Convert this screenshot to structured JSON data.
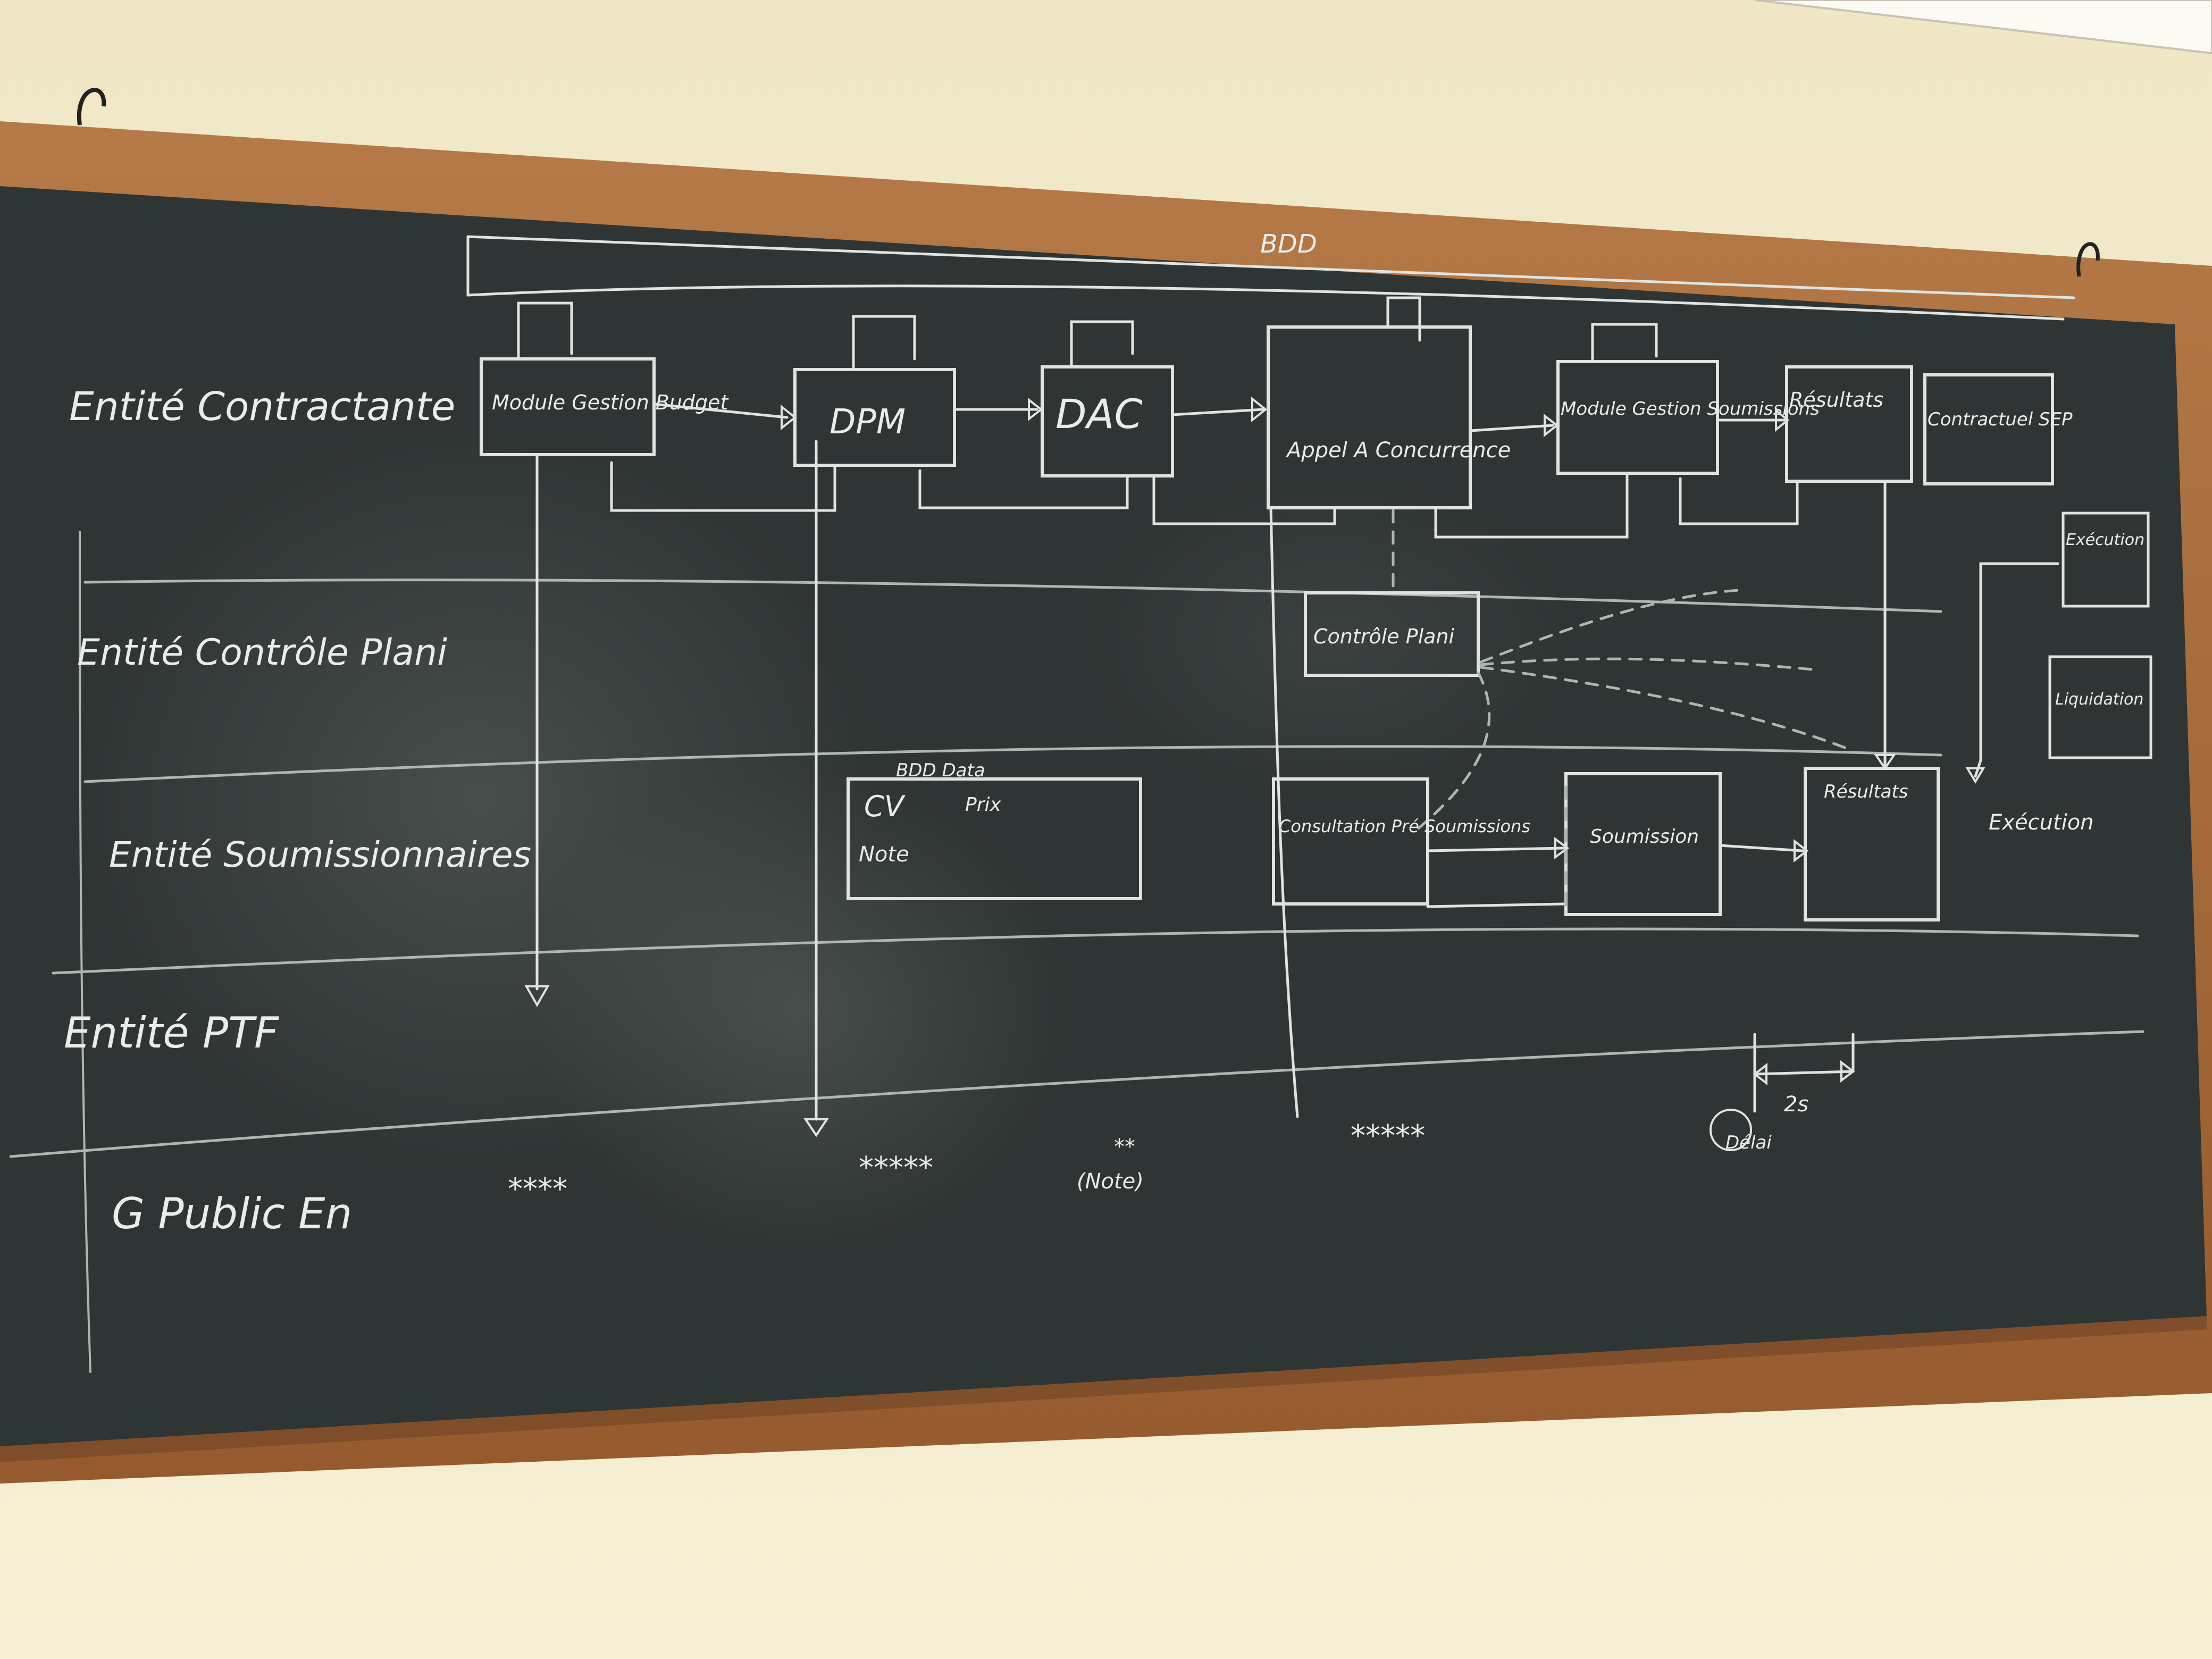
{
  "board": {
    "top_label": "BDD",
    "colors": {
      "board": "#2f3534",
      "frame": "#a86a3c",
      "wall": "#f1e9c9",
      "chalk": "#e8ebe9"
    }
  },
  "lanes": [
    {
      "id": "contractante",
      "label": "Entité Contractante"
    },
    {
      "id": "controle",
      "label": "Entité Contrôle Plani"
    },
    {
      "id": "soumissionnaires",
      "label": "Entité Soumissionnaires"
    },
    {
      "id": "ptf",
      "label": "Entité PTF"
    },
    {
      "id": "public",
      "label": "G Public En"
    }
  ],
  "boxes": {
    "module_gestion": "Module Gestion Budget",
    "dpm": "DPM",
    "dac": "DAC",
    "appel": "Appel A Concurrence",
    "module_soumissions": "Module Gestion Soumissions",
    "resultats_top": "Résultats",
    "contractuel": "Contractuel SEP",
    "execution": "Exécution",
    "liquidation": "Liquidation",
    "controle_plani": "Contrôle Plani",
    "bdd_data": "BDD Data",
    "cv": "CV",
    "prix": "Prix",
    "note": "Note",
    "consultation": "Consultation Pré Soumissions",
    "soumission": "Soumission",
    "resultats_bottom": "Résultats",
    "execution_bottom": "Exécution"
  },
  "stars": {
    "s1": "****",
    "s2": "*****",
    "s3_stars": "**",
    "s3_note": "(Note)",
    "s4": "*****"
  },
  "timeline": {
    "duration": "2s",
    "label": "Délai"
  }
}
